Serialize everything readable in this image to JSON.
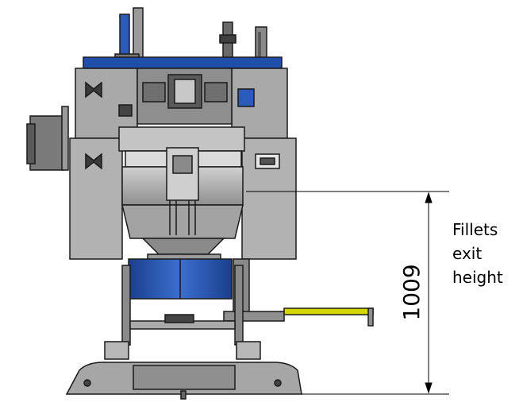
{
  "dimension": {
    "value": "1009",
    "label_lines": [
      "Fillets",
      "exit",
      "height"
    ]
  },
  "colors": {
    "frame_grey": "#9a9a9a",
    "panel_grey": "#b5b5b5",
    "dark_grey": "#5a5a5a",
    "blue": "#1f4fa8",
    "blue_light": "#3b6fd0",
    "yellow": "#d6d600",
    "outline": "#1a1a1a",
    "dim_line": "#000000"
  },
  "icons": [
    "machine-drawing",
    "dimension-arrow-icon"
  ]
}
